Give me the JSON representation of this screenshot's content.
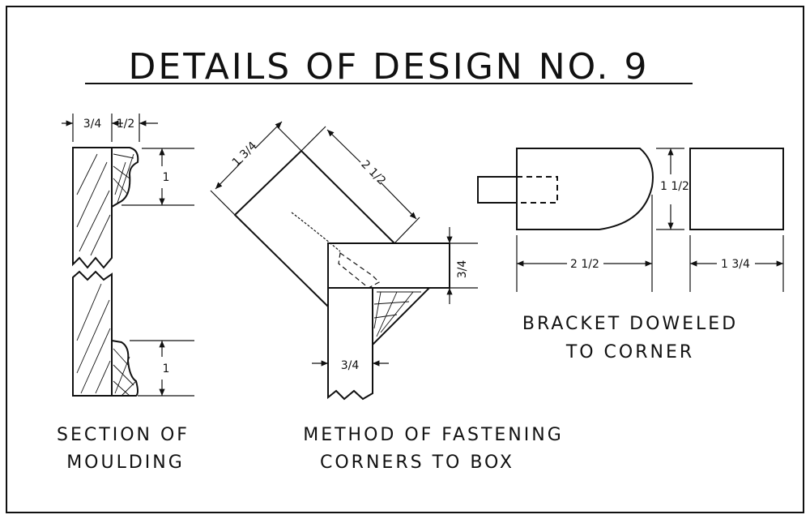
{
  "title": "DETAILS OF DESIGN NO. 9",
  "moulding": {
    "caption_line1": "SECTION OF",
    "caption_line2": "MOULDING",
    "dim_width_wood": "3/4",
    "dim_width_moulding": "1/2",
    "dim_height_top": "1",
    "dim_height_bottom": "1"
  },
  "corners": {
    "caption_line1": "METHOD OF FASTENING",
    "caption_line2": "CORNERS TO BOX",
    "dim_block_width": "1 3/4",
    "dim_block_length": "2 1/2",
    "dim_board_thickness_horizontal": "3/4",
    "dim_board_thickness_vertical": "3/4"
  },
  "bracket": {
    "caption_line1": "BRACKET DOWELED",
    "caption_line2": "TO CORNER",
    "dim_height": "1 1/2",
    "dim_length": "2 1/2",
    "dim_width": "1 3/4"
  }
}
